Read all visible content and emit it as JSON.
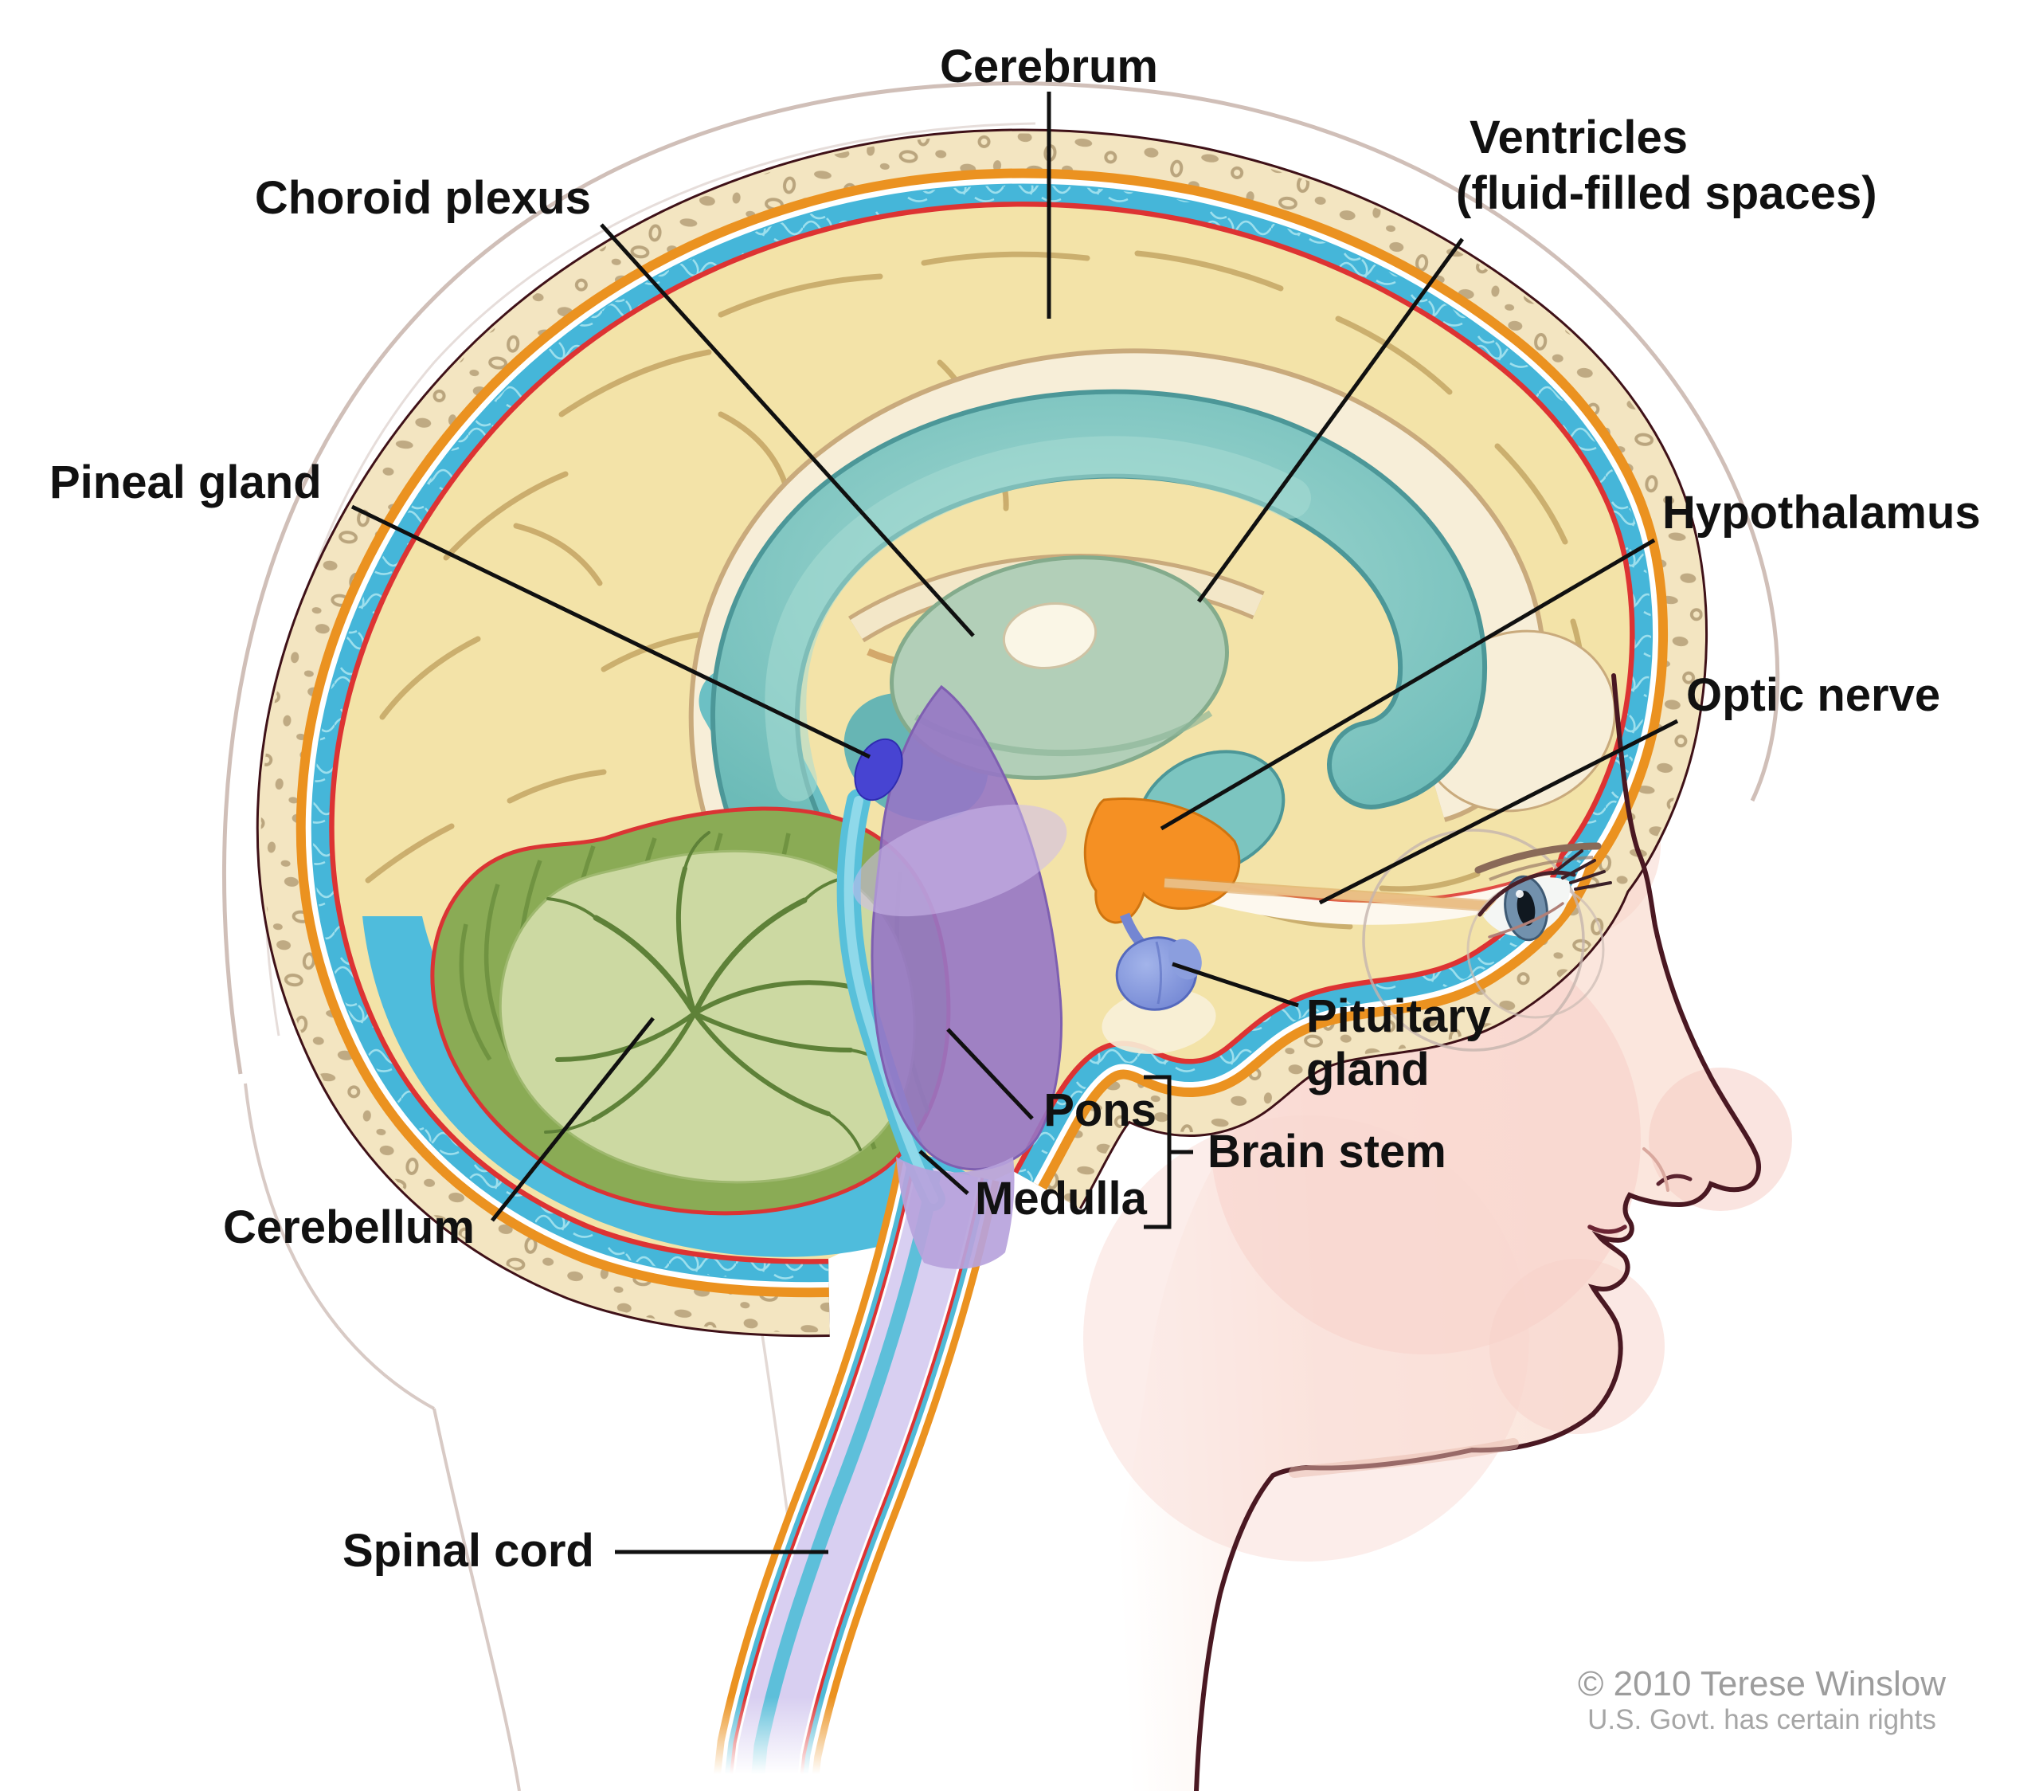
{
  "diagram": {
    "labels": {
      "cerebrum": "Cerebrum",
      "choroid_plexus": "Choroid plexus",
      "ventricles_line1": "Ventricles",
      "ventricles_line2": "(fluid-filled spaces)",
      "pineal_gland": "Pineal gland",
      "hypothalamus": "Hypothalamus",
      "optic_nerve": "Optic nerve",
      "pituitary_line1": "Pituitary",
      "pituitary_line2": "gland",
      "pons": "Pons",
      "brain_stem": "Brain stem",
      "medulla": "Medulla",
      "cerebellum": "Cerebellum",
      "spinal_cord": "Spinal cord"
    },
    "copyright": {
      "line1": "© 2010 Terese Winslow",
      "line2": "U.S. Govt. has certain rights"
    },
    "colors": {
      "cerebrum": "#f3e3a8",
      "ventricles": "#7cc5c0",
      "csf_band": "#45b6d9",
      "skull_bone": "#f3e5c1",
      "dura_orange": "#eb9220",
      "pia_red": "#dd3333",
      "cerebellum_outer": "#8aab55",
      "cerebellum_inner": "#ccd9a2",
      "brain_stem": "#9675c5",
      "spinal_cord": "#d8cff1",
      "hypothalamus": "#f59023",
      "pituitary": "#7f93da",
      "pineal": "#4744d2",
      "skin": "#fbe7de",
      "label_text": "#111111",
      "copyright_text": "#9d9d9d"
    }
  }
}
